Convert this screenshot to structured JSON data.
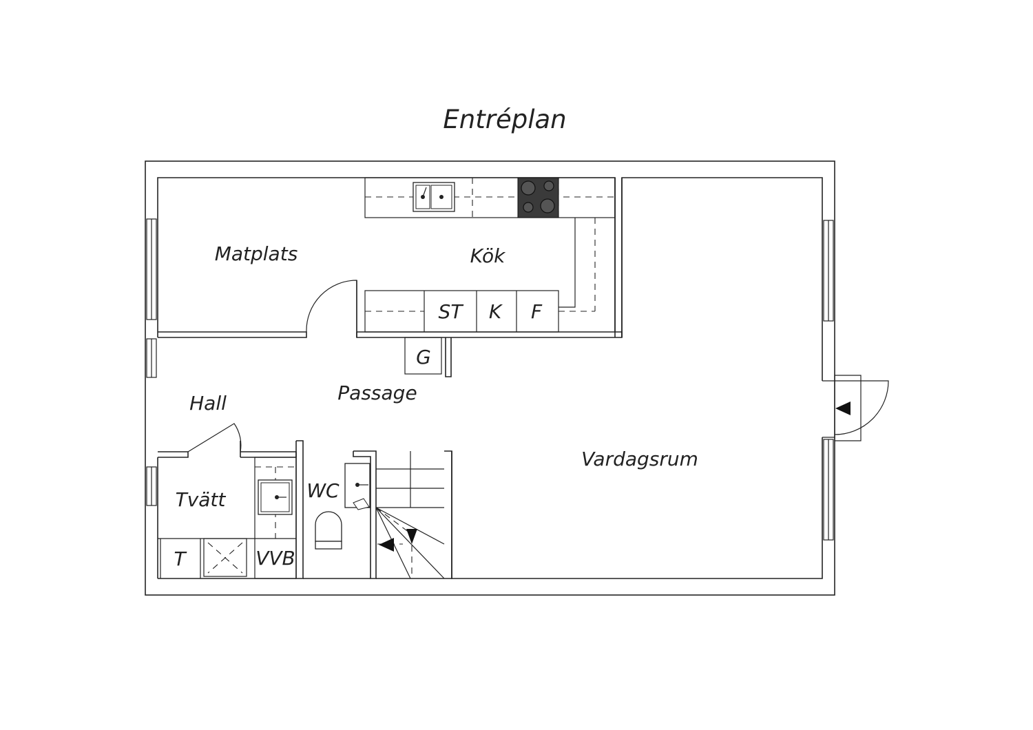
{
  "title": "Entréplan",
  "rooms": {
    "matplats": "Matplats",
    "kok": "Kök",
    "passage": "Passage",
    "hall": "Hall",
    "vardagsrum": "Vardagsrum",
    "tvatt": "Tvätt",
    "wc": "WC"
  },
  "fixtures": {
    "st": "ST",
    "k": "K",
    "f": "F",
    "g": "G",
    "t": "T",
    "vvb": "VVB"
  },
  "colors": {
    "line": "#222222",
    "stove": "#3a3a3a",
    "background": "#ffffff"
  }
}
